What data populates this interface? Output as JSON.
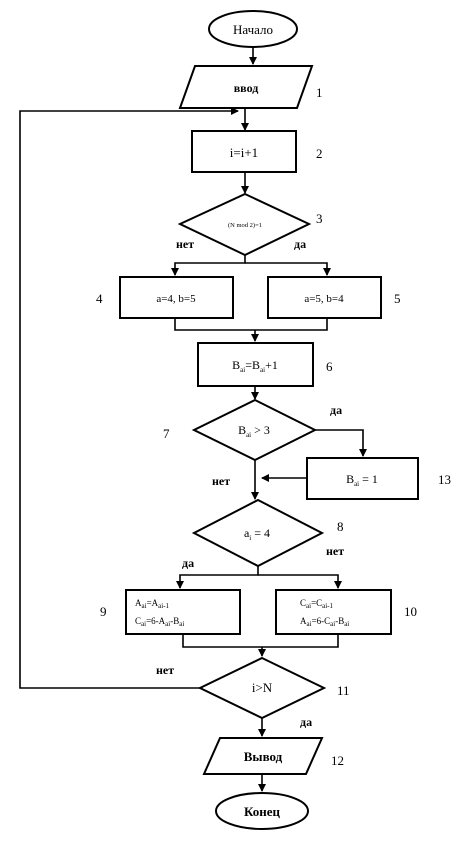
{
  "blocks": {
    "start": "Начало",
    "input": "ввод",
    "b2": "i=i+1",
    "b3": "(N mod 2)=1",
    "b4": "a=4, b=5",
    "b5": "a=5, b=4",
    "b6": {
      "a": "B",
      "a_sub": "ai",
      "b": "=B",
      "b_sub": "ai",
      "c": "+1"
    },
    "b7": {
      "a": "B",
      "a_sub": "ai",
      "b": " > 3"
    },
    "b13": {
      "a": "B",
      "a_sub": "ai",
      "b": " = 1"
    },
    "b8": {
      "a": "a",
      "a_sub": "i",
      "b": " = 4"
    },
    "b9": {
      "l1a": "A",
      "l1s": "ai",
      "l1b": "=A",
      "l1s2": "ai-1",
      "l2a": "C",
      "l2s": "ai",
      "l2b": "=6-A",
      "l2s2": "ai",
      "l2c": "-B",
      "l2s3": "ai"
    },
    "b10": {
      "l1a": "C",
      "l1s": "ai",
      "l1b": "=C",
      "l1s2": "ai-1",
      "l2a": "A",
      "l2s": "ai",
      "l2b": "=6-C",
      "l2s2": "ai",
      "l2c": "-B",
      "l2s3": "ai"
    },
    "b11": "i>N",
    "output": "Вывод",
    "end": "Конец"
  },
  "labels": {
    "yes": "да",
    "no": "нет"
  },
  "numbers": [
    "1",
    "2",
    "3",
    "4",
    "5",
    "6",
    "7",
    "8",
    "9",
    "10",
    "11",
    "12",
    "13"
  ]
}
